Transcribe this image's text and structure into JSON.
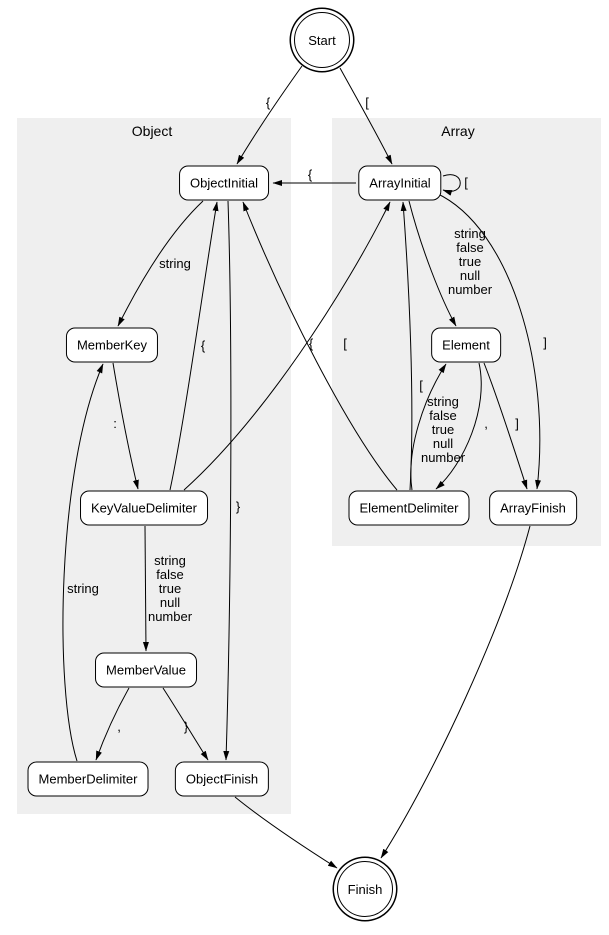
{
  "diagram_type": "state-diagram",
  "colors": {
    "background": "#ffffff",
    "cluster_fill": "#efefef",
    "node_fill": "#ffffff",
    "node_border": "#000000",
    "edge": "#000000"
  },
  "icons": {
    "arrowhead-icon": "filled-triangle"
  },
  "clusters": {
    "object": {
      "label": "Object"
    },
    "array": {
      "label": "Array"
    }
  },
  "nodes": {
    "start": {
      "label": "Start",
      "shape": "doublecircle"
    },
    "objectinitial": {
      "label": "ObjectInitial",
      "shape": "rounded-box"
    },
    "arrayinitial": {
      "label": "ArrayInitial",
      "shape": "rounded-box"
    },
    "memberkey": {
      "label": "MemberKey",
      "shape": "rounded-box"
    },
    "element": {
      "label": "Element",
      "shape": "rounded-box"
    },
    "keyvaluedelimiter": {
      "label": "KeyValueDelimiter",
      "shape": "rounded-box"
    },
    "elementdelimiter": {
      "label": "ElementDelimiter",
      "shape": "rounded-box"
    },
    "arrayfinish": {
      "label": "ArrayFinish",
      "shape": "rounded-box"
    },
    "membervalue": {
      "label": "MemberValue",
      "shape": "rounded-box"
    },
    "memberdelimiter": {
      "label": "MemberDelimiter",
      "shape": "rounded-box"
    },
    "objectfinish": {
      "label": "ObjectFinish",
      "shape": "rounded-box"
    },
    "finish": {
      "label": "Finish",
      "shape": "doublecircle"
    }
  },
  "edges": {
    "start_objectinitial": {
      "from": "Start",
      "to": "ObjectInitial",
      "label": "{"
    },
    "start_arrayinitial": {
      "from": "Start",
      "to": "ArrayInitial",
      "label": "["
    },
    "arrayinitial_objectinitial": {
      "from": "ArrayInitial",
      "to": "ObjectInitial",
      "label": "{"
    },
    "arrayinitial_self": {
      "from": "ArrayInitial",
      "to": "ArrayInitial",
      "label": "["
    },
    "objectinitial_memberkey": {
      "from": "ObjectInitial",
      "to": "MemberKey",
      "label": "string"
    },
    "memberkey_keyvaluedelimiter": {
      "from": "MemberKey",
      "to": "KeyValueDelimiter",
      "label": ":"
    },
    "keyvaluedelimiter_membervalue": {
      "from": "KeyValueDelimiter",
      "to": "MemberValue",
      "label": "string\nfalse\ntrue\nnull\nnumber"
    },
    "membervalue_memberdelimiter": {
      "from": "MemberValue",
      "to": "MemberDelimiter",
      "label": ","
    },
    "membervalue_objectfinish": {
      "from": "MemberValue",
      "to": "ObjectFinish",
      "label": "}"
    },
    "memberdelimiter_memberkey": {
      "from": "MemberDelimiter",
      "to": "MemberKey",
      "label": "string"
    },
    "objectinitial_objectfinish": {
      "from": "ObjectInitial",
      "to": "ObjectFinish",
      "label": "}"
    },
    "keyvaluedelimiter_objectinitial": {
      "from": "KeyValueDelimiter",
      "to": "ObjectInitial",
      "label": "{"
    },
    "keyvaluedelimiter_arrayinitial": {
      "from": "KeyValueDelimiter",
      "to": "ArrayInitial",
      "label": "["
    },
    "elementdelimiter_objectinitial": {
      "from": "ElementDelimiter",
      "to": "ObjectInitial",
      "label": "{"
    },
    "elementdelimiter_arrayinitial": {
      "from": "ElementDelimiter",
      "to": "ArrayInitial",
      "label": "["
    },
    "arrayinitial_element": {
      "from": "ArrayInitial",
      "to": "Element",
      "label": "string\nfalse\ntrue\nnull\nnumber"
    },
    "element_elementdelimiter": {
      "from": "Element",
      "to": "ElementDelimiter",
      "label": ","
    },
    "elementdelimiter_element": {
      "from": "ElementDelimiter",
      "to": "Element",
      "label": "string\nfalse\ntrue\nnull\nnumber"
    },
    "element_arrayfinish": {
      "from": "Element",
      "to": "ArrayFinish",
      "label": "]"
    },
    "arrayinitial_arrayfinish": {
      "from": "ArrayInitial",
      "to": "ArrayFinish",
      "label": "]"
    },
    "objectfinish_finish": {
      "from": "ObjectFinish",
      "to": "Finish",
      "label": ""
    },
    "arrayfinish_finish": {
      "from": "ArrayFinish",
      "to": "Finish",
      "label": ""
    }
  }
}
